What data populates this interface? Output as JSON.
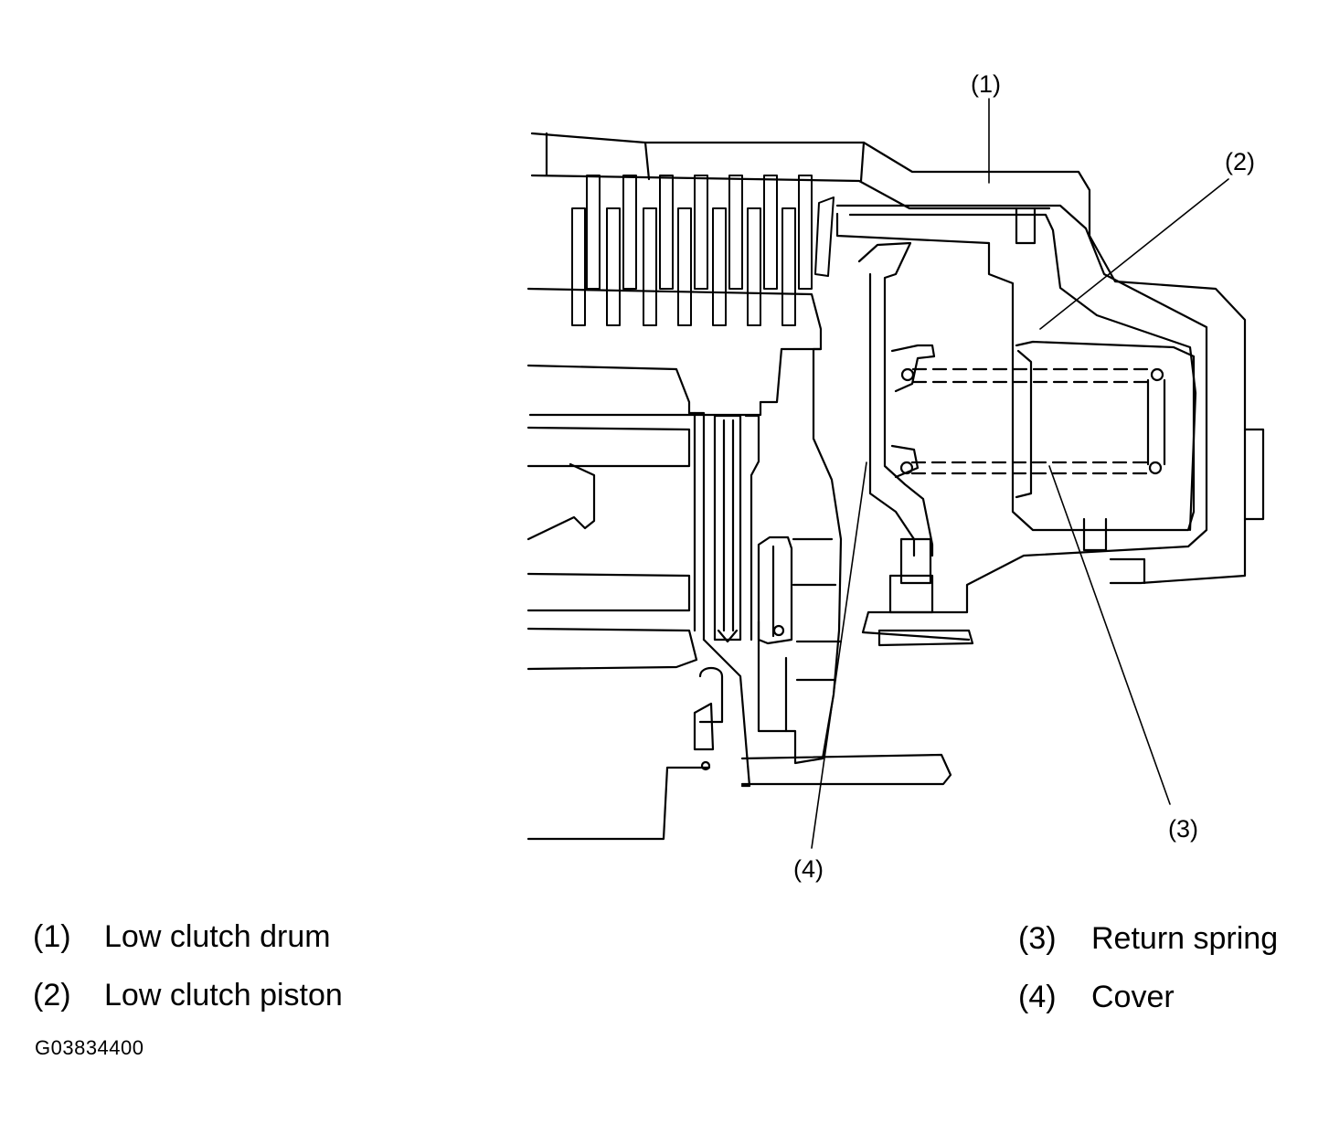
{
  "callouts": {
    "c1": "(1)",
    "c2": "(2)",
    "c3": "(3)",
    "c4": "(4)"
  },
  "legend": [
    {
      "num": "(1)",
      "label": "Low clutch drum"
    },
    {
      "num": "(2)",
      "label": "Low clutch piston"
    },
    {
      "num": "(3)",
      "label": "Return spring"
    },
    {
      "num": "(4)",
      "label": "Cover"
    }
  ],
  "figure_code": "G03834400"
}
